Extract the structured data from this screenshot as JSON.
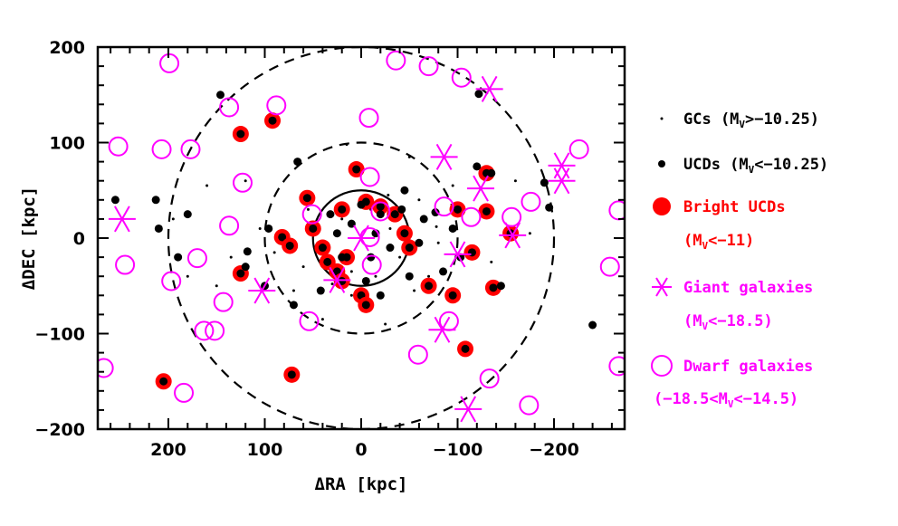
{
  "chart_data": {
    "type": "scatter",
    "title": "",
    "xlabel": "ΔRA [kpc]",
    "ylabel": "ΔDEC [kpc]",
    "xlim": [
      274,
      -274
    ],
    "ylim": [
      -200,
      200
    ],
    "x_inverted": true,
    "xticks": [
      200,
      100,
      0,
      -100,
      -200
    ],
    "xtick_labels": [
      "200",
      "100",
      "0",
      "−100",
      "−200"
    ],
    "yticks": [
      200,
      100,
      0,
      -100,
      -200
    ],
    "ytick_labels": [
      "200",
      "100",
      "0",
      "−100",
      "−200"
    ],
    "grid": false,
    "legend_position": "right, outside plot",
    "circles": [
      {
        "radius": 50,
        "style": "solid"
      },
      {
        "radius": 100,
        "style": "dashed"
      },
      {
        "radius": 200,
        "style": "dashed"
      }
    ],
    "series": [
      {
        "name": "GCs (Mv>-10.25)",
        "marker": "small-dot",
        "color": "#000000",
        "points": [
          [
            -28,
            45
          ],
          [
            -60,
            40
          ],
          [
            -78,
            12
          ],
          [
            -80,
            -5
          ],
          [
            -70,
            -40
          ],
          [
            30,
            -48
          ],
          [
            10,
            -60
          ],
          [
            -5,
            -70
          ],
          [
            60,
            -30
          ],
          [
            -40,
            -20
          ],
          [
            -55,
            -55
          ],
          [
            120,
            60
          ],
          [
            135,
            -20
          ],
          [
            180,
            -40
          ],
          [
            195,
            20
          ],
          [
            160,
            55
          ],
          [
            105,
            10
          ],
          [
            90,
            -15
          ],
          [
            -120,
            -15
          ],
          [
            -135,
            -25
          ],
          [
            -160,
            60
          ],
          [
            -175,
            5
          ],
          [
            -25,
            -90
          ],
          [
            40,
            -85
          ],
          [
            55,
            30
          ],
          [
            -95,
            55
          ],
          [
            15,
            98
          ],
          [
            -15,
            -40
          ],
          [
            20,
            20
          ],
          [
            -30,
            10
          ],
          [
            45,
            -5
          ],
          [
            -45,
            -5
          ],
          [
            -10,
            30
          ],
          [
            10,
            -35
          ],
          [
            70,
            -55
          ],
          [
            -50,
            85
          ],
          [
            150,
            -50
          ]
        ]
      },
      {
        "name": "UCDs (Mv<-10.25)",
        "marker": "dot",
        "color": "#000000",
        "points": [
          [
            146,
            150
          ],
          [
            70,
            -70
          ],
          [
            -122,
            151
          ],
          [
            -135,
            68
          ],
          [
            -77,
            27
          ],
          [
            -60,
            -5
          ],
          [
            -103,
            -20
          ],
          [
            -120,
            75
          ],
          [
            -190,
            58
          ],
          [
            -195,
            32
          ],
          [
            -240,
            -91
          ],
          [
            -145,
            -50
          ],
          [
            255,
            40
          ],
          [
            210,
            10
          ],
          [
            120,
            -30
          ],
          [
            96,
            10
          ],
          [
            66,
            80
          ],
          [
            32,
            25
          ],
          [
            -20,
            25
          ],
          [
            -42,
            30
          ],
          [
            -30,
            -10
          ],
          [
            10,
            15
          ],
          [
            0,
            35
          ],
          [
            -10,
            -20
          ],
          [
            20,
            -20
          ],
          [
            -15,
            5
          ],
          [
            25,
            5
          ],
          [
            -5,
            -45
          ],
          [
            -20,
            -60
          ],
          [
            42,
            -55
          ],
          [
            -50,
            -40
          ],
          [
            -95,
            10
          ],
          [
            -45,
            50
          ],
          [
            100,
            -50
          ],
          [
            180,
            25
          ],
          [
            213,
            40
          ],
          [
            190,
            -20
          ],
          [
            118,
            -14
          ],
          [
            -85,
            -35
          ],
          [
            -65,
            20
          ]
        ]
      },
      {
        "name": "Bright UCDs (Mv<-11)",
        "marker": "large-filled-circle",
        "color": "#ff0000",
        "points": [
          [
            205,
            -150
          ],
          [
            125,
            109
          ],
          [
            92,
            123
          ],
          [
            72,
            -143
          ],
          [
            125,
            -37
          ],
          [
            82,
            1
          ],
          [
            74,
            -8
          ],
          [
            56,
            42
          ],
          [
            50,
            10
          ],
          [
            20,
            30
          ],
          [
            5,
            72
          ],
          [
            -5,
            38
          ],
          [
            -20,
            33
          ],
          [
            -35,
            25
          ],
          [
            -45,
            5
          ],
          [
            -50,
            -10
          ],
          [
            15,
            -20
          ],
          [
            25,
            -35
          ],
          [
            0,
            -60
          ],
          [
            -5,
            -70
          ],
          [
            20,
            -45
          ],
          [
            40,
            -10
          ],
          [
            -70,
            -50
          ],
          [
            -95,
            -60
          ],
          [
            -100,
            30
          ],
          [
            -130,
            68
          ],
          [
            -130,
            28
          ],
          [
            -137,
            -52
          ],
          [
            -108,
            -116
          ],
          [
            -115,
            -15
          ],
          [
            -155,
            5
          ],
          [
            35,
            -25
          ]
        ]
      },
      {
        "name": "Giant galaxies (Mv<-18.5)",
        "marker": "asterisk",
        "color": "#ff00ff",
        "points": [
          [
            0,
            0
          ],
          [
            248,
            20
          ],
          [
            103,
            -55
          ],
          [
            25,
            -44
          ],
          [
            -86,
            85
          ],
          [
            -133,
            156
          ],
          [
            -124,
            52
          ],
          [
            -100,
            -17
          ],
          [
            -84,
            -96
          ],
          [
            -111,
            -179
          ],
          [
            -208,
            76
          ],
          [
            -208,
            60
          ],
          [
            -157,
            3
          ]
        ]
      },
      {
        "name": "Dwarf galaxies (-18.5<Mv<-14.5)",
        "marker": "open-circle",
        "color": "#ff00ff",
        "points": [
          [
            199,
            183
          ],
          [
            252,
            96
          ],
          [
            207,
            93
          ],
          [
            177,
            93
          ],
          [
            123,
            58
          ],
          [
            137,
            13
          ],
          [
            245,
            -28
          ],
          [
            197,
            -45
          ],
          [
            170,
            -21
          ],
          [
            143,
            -67
          ],
          [
            163,
            -97
          ],
          [
            152,
            -97
          ],
          [
            267,
            -136
          ],
          [
            184,
            -162
          ],
          [
            54,
            -87
          ],
          [
            -8,
            126
          ],
          [
            137,
            137
          ],
          [
            88,
            139
          ],
          [
            -36,
            186
          ],
          [
            -70,
            180
          ],
          [
            -104,
            168
          ],
          [
            -114,
            22
          ],
          [
            -86,
            33
          ],
          [
            -176,
            38
          ],
          [
            -156,
            22
          ],
          [
            -226,
            93
          ],
          [
            -267,
            29
          ],
          [
            -258,
            -30
          ],
          [
            -267,
            -134
          ],
          [
            -174,
            -175
          ],
          [
            -133,
            -147
          ],
          [
            -59,
            -122
          ],
          [
            -91,
            -87
          ],
          [
            51,
            25
          ],
          [
            -9,
            1
          ],
          [
            -20,
            28
          ],
          [
            -11,
            -28
          ],
          [
            -9,
            64
          ]
        ]
      }
    ]
  },
  "legend": {
    "items": [
      {
        "label": "GCs (M",
        "sub": "V",
        "rest": ">−10.25)",
        "color": "#000000"
      },
      {
        "label": "UCDs (M",
        "sub": "V",
        "rest": "<−10.25)",
        "color": "#000000"
      },
      {
        "label": "Bright UCDs",
        "color": "#ff0000"
      },
      {
        "label": "(M",
        "sub": "V",
        "rest": "<−11)",
        "color": "#ff0000"
      },
      {
        "label": "Giant galaxies",
        "color": "#ff00ff"
      },
      {
        "label": "(M",
        "sub": "V",
        "rest": "<−18.5)",
        "color": "#ff00ff"
      },
      {
        "label": "Dwarf galaxies",
        "color": "#ff00ff"
      },
      {
        "label": "(−18.5<M",
        "sub": "V",
        "rest": "<−14.5)",
        "color": "#ff00ff"
      }
    ]
  },
  "colors": {
    "black": "#000000",
    "red": "#ff0000",
    "magenta": "#ff00ff"
  }
}
